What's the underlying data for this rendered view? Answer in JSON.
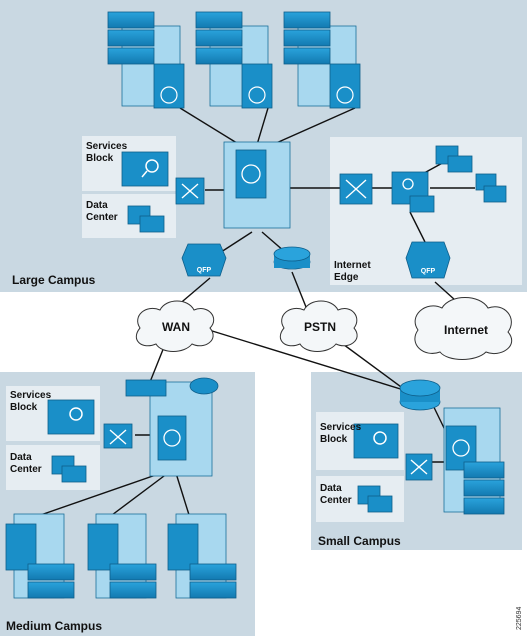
{
  "regions": {
    "large_campus": "Large Campus",
    "internet_edge": "Internet\nEdge",
    "medium_campus": "Medium Campus",
    "small_campus": "Small Campus"
  },
  "blocks": {
    "services_block": "Services\nBlock",
    "data_center": "Data\nCenter"
  },
  "clouds": {
    "wan": "WAN",
    "pstn": "PSTN",
    "internet": "Internet"
  },
  "device_labels": {
    "qfp": "QFP"
  },
  "figure_id": "225694",
  "colors": {
    "region_bg": "#c9d8e2",
    "inner_box": "#e6edf2",
    "device_blue": "#1a8fc8",
    "device_light": "#a8d8ef",
    "line": "#111111"
  }
}
